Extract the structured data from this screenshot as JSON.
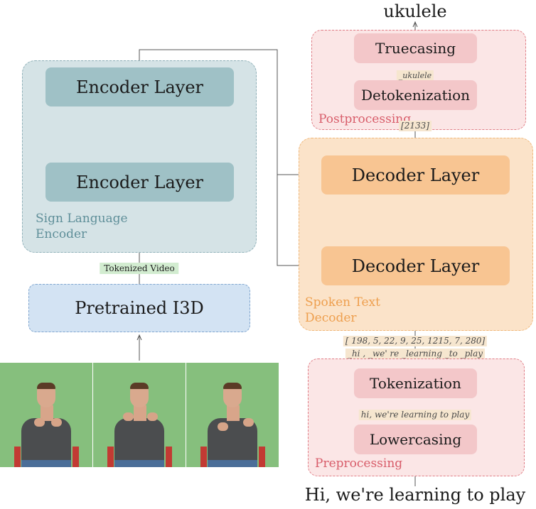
{
  "encoder": {
    "group_label": "Sign Language\nEncoder",
    "layer_top": "Encoder Layer",
    "layer_bottom": "Encoder Layer"
  },
  "tokenized_video": "Tokenized Video",
  "i3d": "Pretrained I3D",
  "decoder": {
    "group_label": "Spoken Text\nDecoder",
    "layer_top": "Decoder Layer",
    "layer_bottom": "Decoder Layer"
  },
  "postprocessing": {
    "label": "Postprocessing",
    "truecasing": "Truecasing",
    "detokenization": "Detokenization",
    "between_tag": "_ukulele"
  },
  "output_word": "ukulele",
  "decoder_output_tag": "[2133]",
  "token_ids": "[ 198, 5, 22, 9, 25, 1215, 7, 280]",
  "subword_tokens": "_hi , _we' re _learning _to _play",
  "preprocessing": {
    "label": "Preprocessing",
    "tokenization": "Tokenization",
    "lowercasing": "Lowercasing",
    "between_tag": "hi, we're learning to play"
  },
  "input_sentence": "Hi, we're learning to play",
  "video_frames": [
    "frame-1",
    "frame-2",
    "frame-3"
  ],
  "colors": {
    "encoder_group": "#d5e3e6",
    "encoder_layer": "#9fc1c6",
    "decoder_group": "#fbe3c9",
    "decoder_layer": "#f8c592",
    "pink_group": "#fbe6e6",
    "pink_box": "#f3c7c9",
    "i3d": "#d3e3f3",
    "green_screen": "#86bf7d"
  }
}
